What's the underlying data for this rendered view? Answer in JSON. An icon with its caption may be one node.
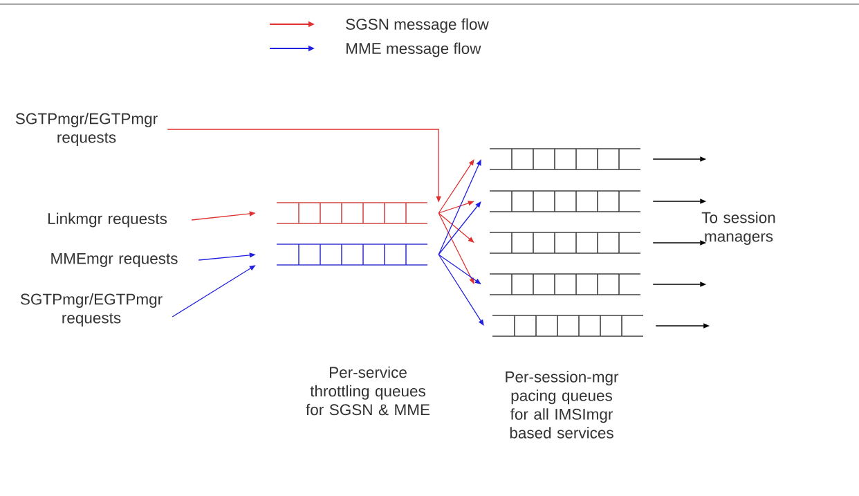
{
  "diagram": {
    "nodes": [
      {
        "text": [
          "SGTPmgr/EGTPmgr requests"
        ]
      },
      {
        "text": [
          "Linkmgr requests"
        ]
      },
      {
        "text": [
          "MMEmgr requests"
        ]
      },
      {
        "text": [
          "SGTPmgr/EGTPmgr requests"
        ]
      },
      {
        "text": [],
        "shape": "box"
      },
      {
        "text": [],
        "shape": "box"
      },
      {
        "text": [],
        "shape": "box"
      },
      {
        "text": [],
        "shape": "box"
      },
      {
        "text": [],
        "shape": "box"
      },
      {
        "text": [],
        "shape": "box"
      },
      {
        "text": [],
        "shape": "box"
      },
      {
        "text": [
          "To session managers"
        ]
      }
    ],
    "edges": [
      {
        "from": 0,
        "to": 4,
        "arrow": "to",
        "color": "#e03030"
      },
      {
        "from": 1,
        "to": 4,
        "arrow": "to",
        "color": "#e03030"
      },
      {
        "from": 2,
        "to": 5,
        "arrow": "to",
        "color": "#2020e0"
      },
      {
        "from": 3,
        "to": 5,
        "arrow": "to",
        "color": "#2020e0"
      },
      {
        "from": 4,
        "to": 6,
        "arrow": "to",
        "color": "#e03030"
      },
      {
        "from": 4,
        "to": 7,
        "arrow": "to",
        "color": "#e03030"
      },
      {
        "from": 4,
        "to": 8,
        "arrow": "to",
        "color": "#e03030"
      },
      {
        "from": 4,
        "to": 9,
        "arrow": "to",
        "color": "#e03030"
      },
      {
        "from": 5,
        "to": 6,
        "arrow": "to",
        "color": "#2020e0"
      },
      {
        "from": 5,
        "to": 7,
        "arrow": "to",
        "color": "#2020e0"
      },
      {
        "from": 5,
        "to": 9,
        "arrow": "to",
        "color": "#2020e0"
      },
      {
        "from": 5,
        "to": 10,
        "arrow": "to",
        "color": "#2020e0"
      },
      {
        "from": 6,
        "to": 11,
        "arrow": "to",
        "color": "#000000"
      },
      {
        "from": 7,
        "to": 11,
        "arrow": "to",
        "color": "#000000"
      },
      {
        "from": 8,
        "to": 11,
        "arrow": "to",
        "color": "#000000"
      },
      {
        "from": 9,
        "to": 11,
        "arrow": "to",
        "color": "#000000"
      },
      {
        "from": 10,
        "to": null,
        "arrow": "to",
        "color": "#000000"
      }
    ],
    "labels": [
      "Per-service throttling queues for SGSN & MME",
      "Per-session-mgr pacing queues for all IMSImgr based services"
    ],
    "legend": [
      {
        "text": "SGSN message flow",
        "color": "#e03030"
      },
      {
        "text": "MME message flow",
        "color": "#2020e0"
      }
    ]
  }
}
